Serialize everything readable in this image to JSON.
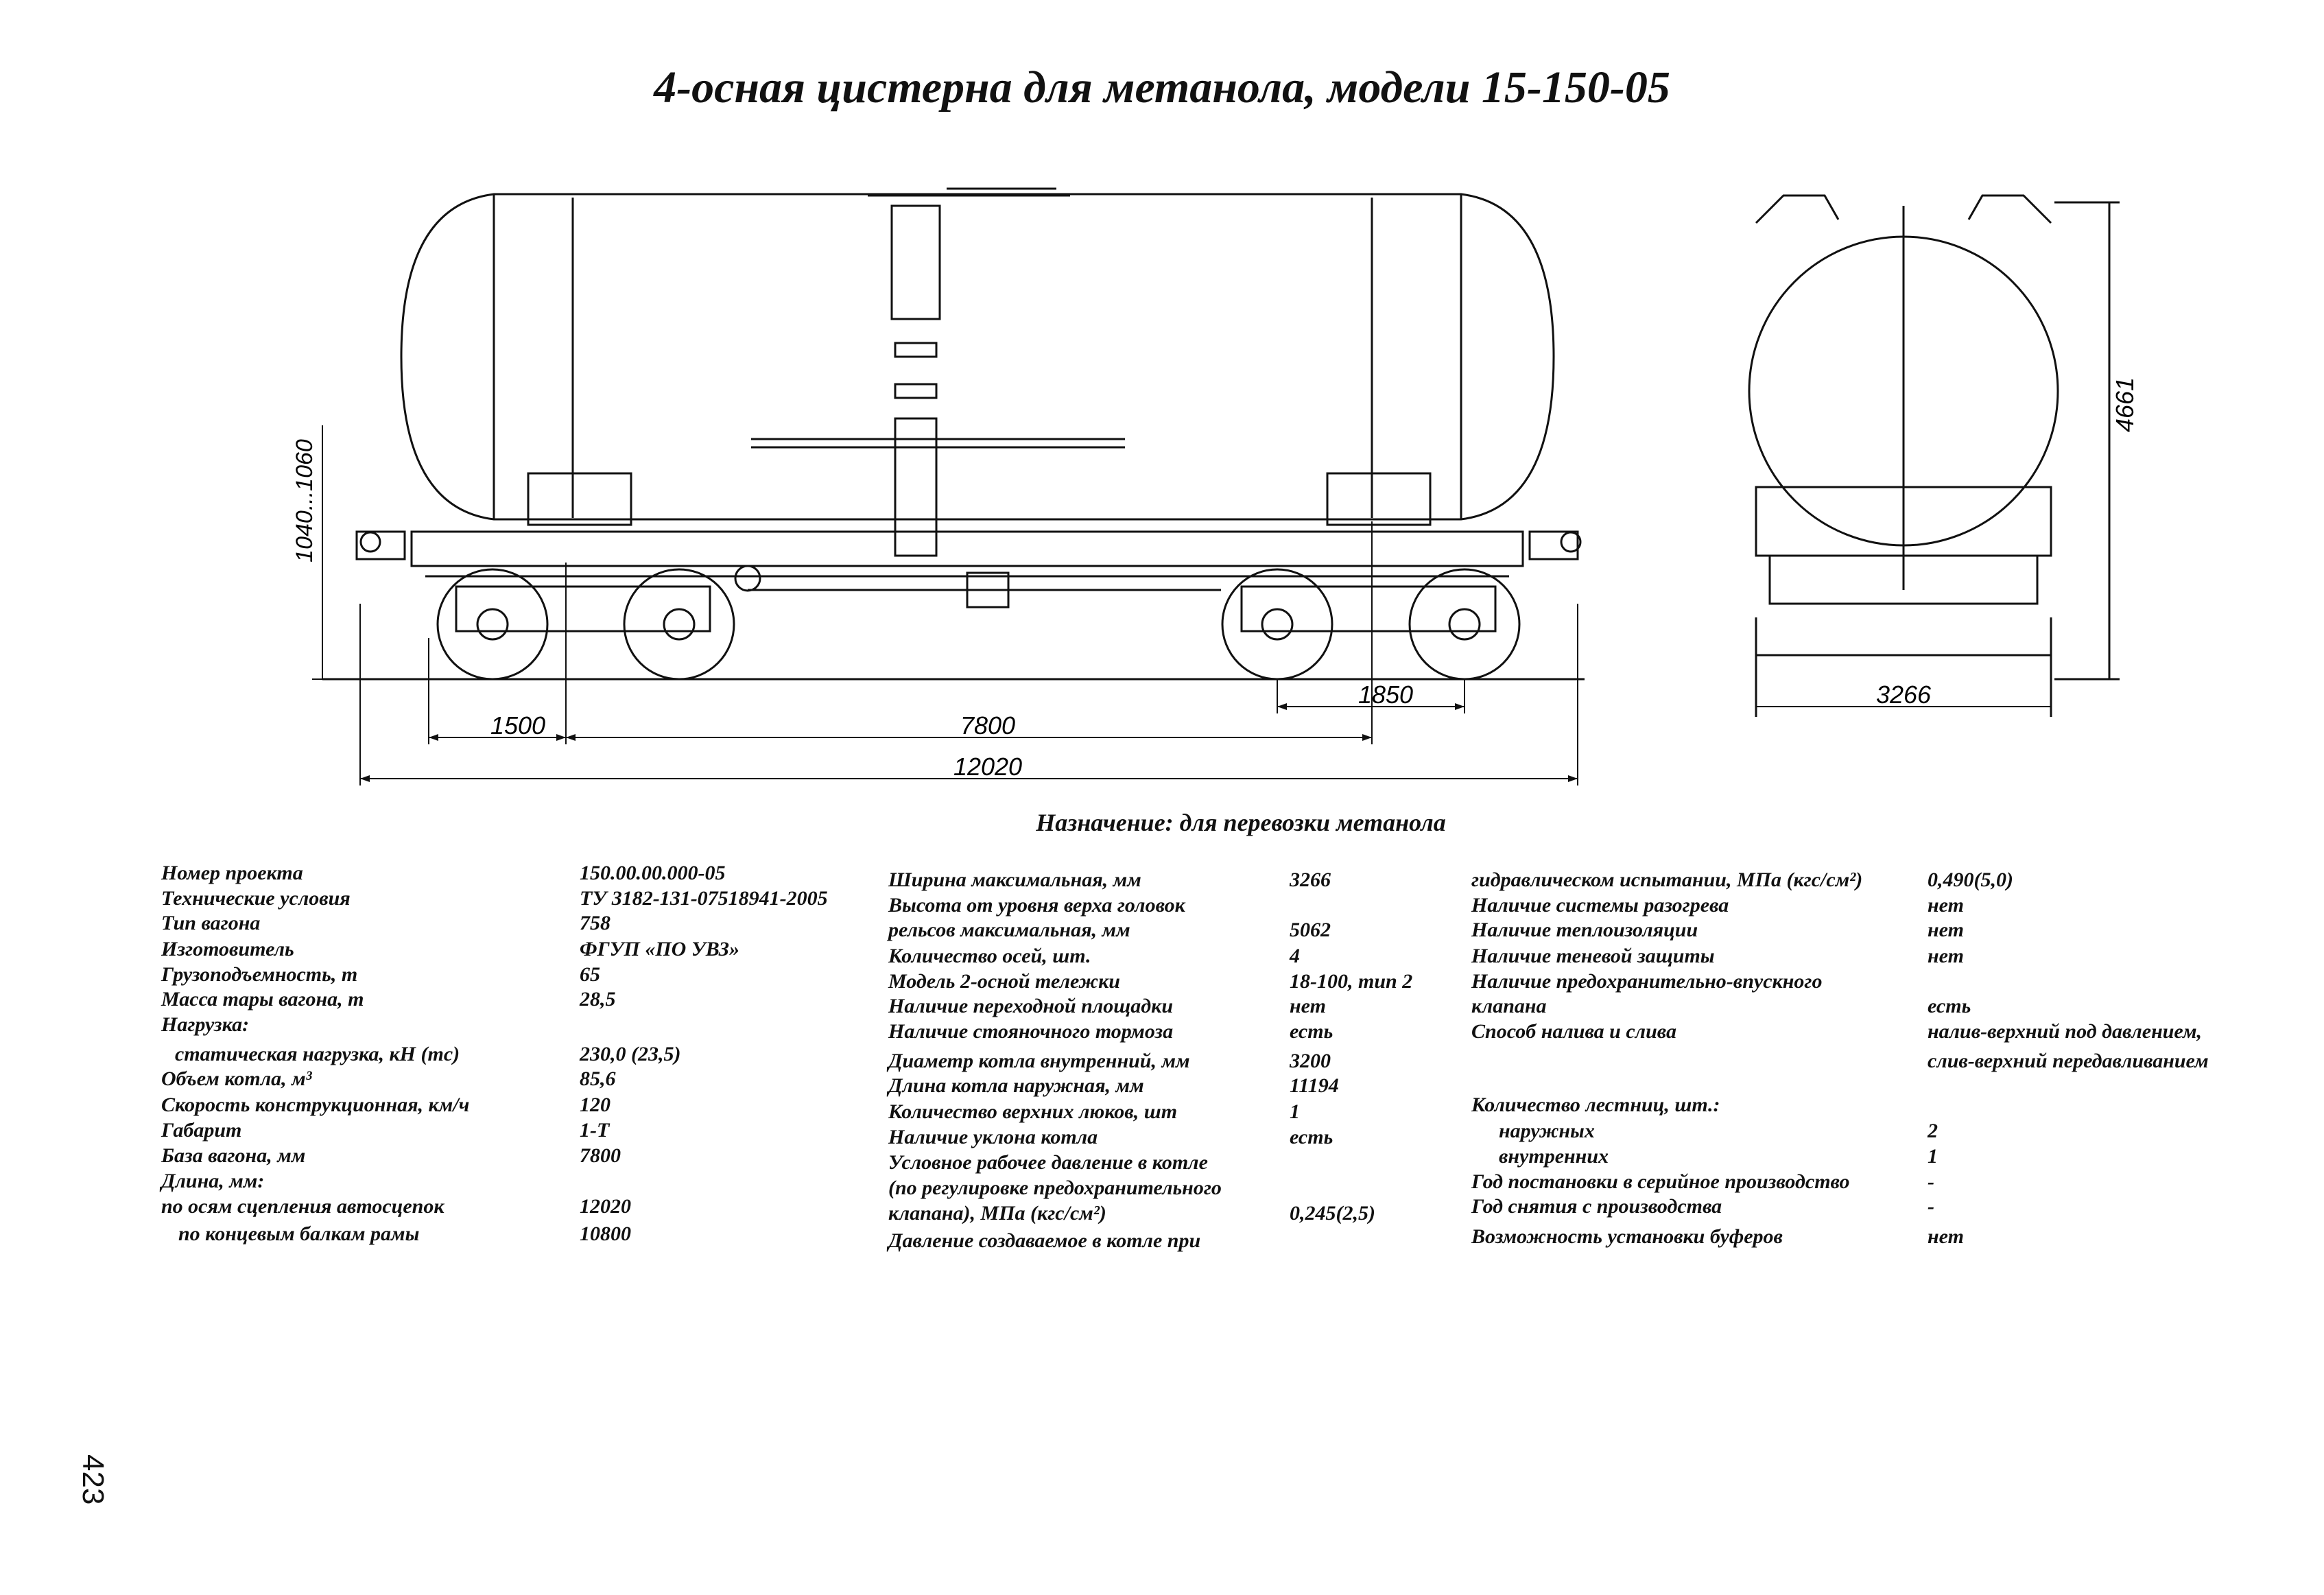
{
  "title": "4-осная цистерна для метанола, модели 15-150-05",
  "purpose": "Назначение: для перевозки метанола",
  "page_number": "423",
  "dimensions": {
    "height_range": "1040...1060",
    "total_height": "4661",
    "width": "3266",
    "overhang": "1500",
    "base": "7800",
    "bogie_base": "1850",
    "total_length": "12020"
  },
  "specs_col1": [
    {
      "label": "Номер проекта",
      "value": "150.00.00.000-05"
    },
    {
      "label": "Технические условия",
      "value": "ТУ 3182-131-07518941-2005"
    },
    {
      "label": "Тип вагона",
      "value": "758"
    },
    {
      "label": "Изготовитель",
      "value": "ФГУП «ПО УВЗ»"
    },
    {
      "label": "Грузоподъемность, т",
      "value": "65"
    },
    {
      "label": "Масса тары вагона, т",
      "value": "28,5"
    },
    {
      "label": "Нагрузка:",
      "value": ""
    },
    {
      "label": "статическая нагрузка, кН (тс)",
      "value": "230,0 (23,5)"
    },
    {
      "label": "Объем котла, м³",
      "value": "85,6"
    },
    {
      "label": "Скорость конструкционная, км/ч",
      "value": "120"
    },
    {
      "label": "Габарит",
      "value": "1-Т"
    },
    {
      "label": "База вагона, мм",
      "value": "7800"
    },
    {
      "label": "Длина, мм:",
      "value": ""
    },
    {
      "label": "по осям сцепления автосцепок",
      "value": "12020"
    },
    {
      "label": "по концевым балкам рамы",
      "value": "10800"
    }
  ],
  "specs_col2": [
    {
      "label": "Ширина максимальная, мм",
      "value": "3266"
    },
    {
      "label": "Высота от уровня верха головок",
      "value": ""
    },
    {
      "label": "рельсов максимальная, мм",
      "value": "5062"
    },
    {
      "label": "Количество осей, шт.",
      "value": "4"
    },
    {
      "label": "Модель 2-осной тележки",
      "value": "18-100, тип 2"
    },
    {
      "label": "Наличие переходной площадки",
      "value": "нет"
    },
    {
      "label": "Наличие стояночного тормоза",
      "value": "есть"
    },
    {
      "label": "Диаметр котла внутренний, мм",
      "value": "3200"
    },
    {
      "label": "Длина котла наружная, мм",
      "value": "11194"
    },
    {
      "label": "Количество верхних люков, шт",
      "value": "1"
    },
    {
      "label": "Наличие уклона котла",
      "value": "есть"
    },
    {
      "label": "Условное рабочее давление в котле",
      "value": ""
    },
    {
      "label": "(по регулировке предохранительного",
      "value": ""
    },
    {
      "label": "клапана), МПа (кгс/см²)",
      "value": "0,245(2,5)"
    },
    {
      "label": "Давление создаваемое в котле при",
      "value": ""
    }
  ],
  "specs_col3": [
    {
      "label": "гидравлическом испытании, МПа (кгс/см²)",
      "value": "0,490(5,0)"
    },
    {
      "label": "Наличие системы разогрева",
      "value": "нет"
    },
    {
      "label": "Наличие теплоизоляции",
      "value": "нет"
    },
    {
      "label": "Наличие теневой защиты",
      "value": "нет"
    },
    {
      "label": "Наличие предохранительно-впускного",
      "value": ""
    },
    {
      "label": "клапана",
      "value": "есть"
    },
    {
      "label": "Способ налива и слива",
      "value": "налив-верхний под давлением,"
    },
    {
      "label": "",
      "value": "слив-верхний передавливанием"
    },
    {
      "label": "Количество лестниц, шт.:",
      "value": ""
    },
    {
      "label": "наружных",
      "value": "2"
    },
    {
      "label": "внутренних",
      "value": "1"
    },
    {
      "label": "Год постановки в серийное производство",
      "value": "-"
    },
    {
      "label": "Год снятия с производства",
      "value": "-"
    },
    {
      "label": "Возможность установки буферов",
      "value": "нет"
    }
  ]
}
